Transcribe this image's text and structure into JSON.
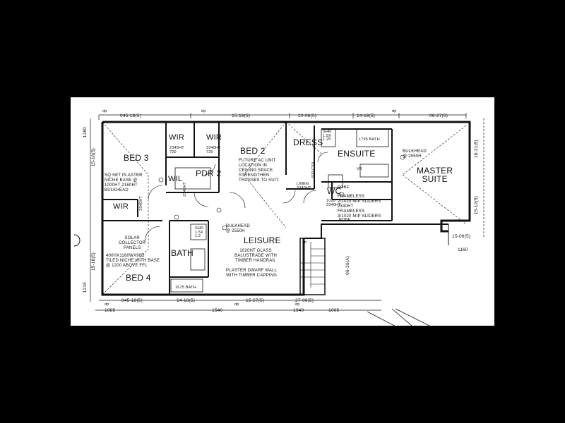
{
  "rooms": {
    "bed3": "BED 3",
    "bed2": "BED 2",
    "bed4": "BED 4",
    "wir_a": "WIR",
    "wir_b": "WIR",
    "wir_c": "WIR",
    "wil": "WIL",
    "pdr2": "PDR 2",
    "dress": "DRESS",
    "ensuite": "ENSUITE",
    "wc": "WC",
    "master": "MASTER\nSUITE",
    "leisure": "LEISURE",
    "bath": "BATH"
  },
  "notes": {
    "future_ac": "FUTURE AC UNIT\nLOCATION IN\nCEILING SPACE.\nSTRENGTHEN\nTRUSSES TO SUIT.",
    "bulkhead_leisure": "BULKHEAD\n@ 2550H",
    "bulkhead_master": "BULKHEAD\n@ 2550H",
    "sq_set_plaster": "SQ SET PLASTER\nNICHE BASE @\n1000HT 2160HT\nBULKHEAD",
    "solar": "SOLAR\nCOLLECTOR\nPANELS",
    "tiled_niche": "400HX1180WX90D\nTILED NICHE WITH BASE\n@ 1200 ABOVE FFL",
    "glass_balustrade": "1020HT GLASS\nBALUSTRADE WITH\nTIMBER HANDRAIL",
    "plaster_dwarf": "PLASTER DWARF WALL\nWITH TIMBER CAPPING",
    "frameless_sliders": "FRAMELESS\n2/1020 MIP SLIDERS\n2340HT\nFRAMELESS\n3/1020 MIP SLIDERS",
    "robe_top": "ROBE",
    "robe_bottom": "ROBE",
    "linen": "LINEN\n2340HT",
    "bath_1795": "1795 BATH",
    "bath_1675": "1675 BATH",
    "shr_upper": "SHR\n1.5X\n1.25",
    "shr_lower": "SHR\n1.5X\n1.2",
    "dn": "dn",
    "ht_wir_a": "2340HT\n720",
    "ht_wir_b": "2340HT\n720",
    "ht_1020": "1020\n2340HT",
    "ht_920": "920 C50",
    "vb": "VB",
    "wir_c_ht": "2340HT",
    "wil_ht": "2340HT"
  },
  "dims_top": [
    "045-18(5)",
    "15-18(5)",
    "20-06(5)",
    "14-18(5)",
    "06-27(5)"
  ],
  "dims_bottom": [
    "045-18(5)",
    "14-18(5)",
    "15-27(5)",
    "27-06(5)"
  ],
  "dims_bottom_lower": [
    "1085",
    "1540",
    "1940",
    "1005"
  ],
  "dims_right": [
    "18-21(5)",
    "15-12(5)",
    "15-06(5)",
    "06-26(A)",
    "1160"
  ],
  "dims_left": [
    "1280",
    "15-18(5)",
    "1215",
    "15-18(5)"
  ],
  "dp_marks": [
    "dp",
    "dp",
    "dp",
    "dp",
    "dp",
    "dp"
  ]
}
